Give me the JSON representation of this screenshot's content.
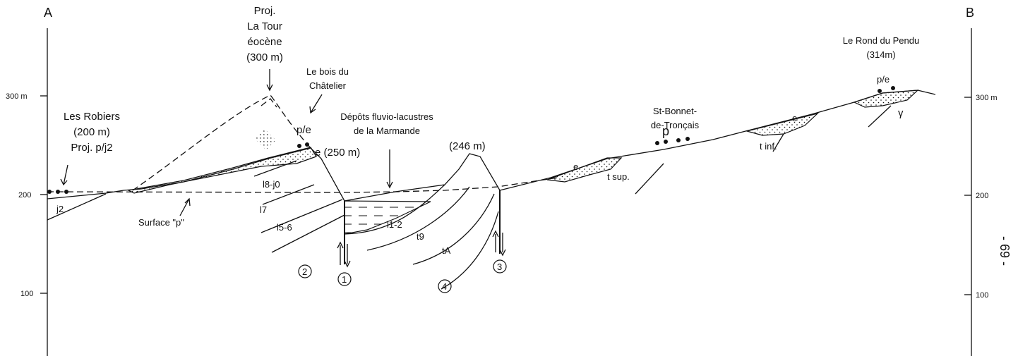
{
  "section": {
    "end_left": "A",
    "end_right": "B",
    "page_number": "- 69 -"
  },
  "axis_left": {
    "t300": "300 m",
    "t200": "200",
    "t100": "100"
  },
  "axis_right": {
    "t300": "300 m",
    "t200": "200",
    "t100": "100"
  },
  "localities": {
    "les_robiers": [
      "Les Robiers",
      "(200 m)",
      "Proj. p/j2"
    ],
    "la_tour": [
      "Proj.",
      "La Tour",
      "éocène",
      "(300 m)"
    ],
    "bois_chatelier": [
      "Le bois du",
      "Châtelier"
    ],
    "depots": [
      "Dépôts fluvio-lacustres",
      "de la Marmande"
    ],
    "st_bonnet": [
      "St-Bonnet-",
      "de-Tronçais"
    ],
    "rond_pendu": [
      "Le Rond du Pendu",
      "(314m)"
    ],
    "peak_246": "(246 m)",
    "e_250": "e (250 m)",
    "surface_p": "Surface \"p\""
  },
  "formations": {
    "j2": "j2",
    "l8_j0": "l8-j0",
    "l7": "l7",
    "l5_6": "l5-6",
    "l1_2": "l1-2",
    "t9": "t9",
    "tA": "tA",
    "t_sup": "t sup.",
    "t_inf": "t inf.",
    "gamma": "γ",
    "pe_chatelier": "p/e",
    "pe_rond": "p/e",
    "e_mid": "e",
    "e_right": "e",
    "p_stbonnet": "p"
  },
  "faults": [
    "1",
    "2",
    "3",
    "4"
  ]
}
